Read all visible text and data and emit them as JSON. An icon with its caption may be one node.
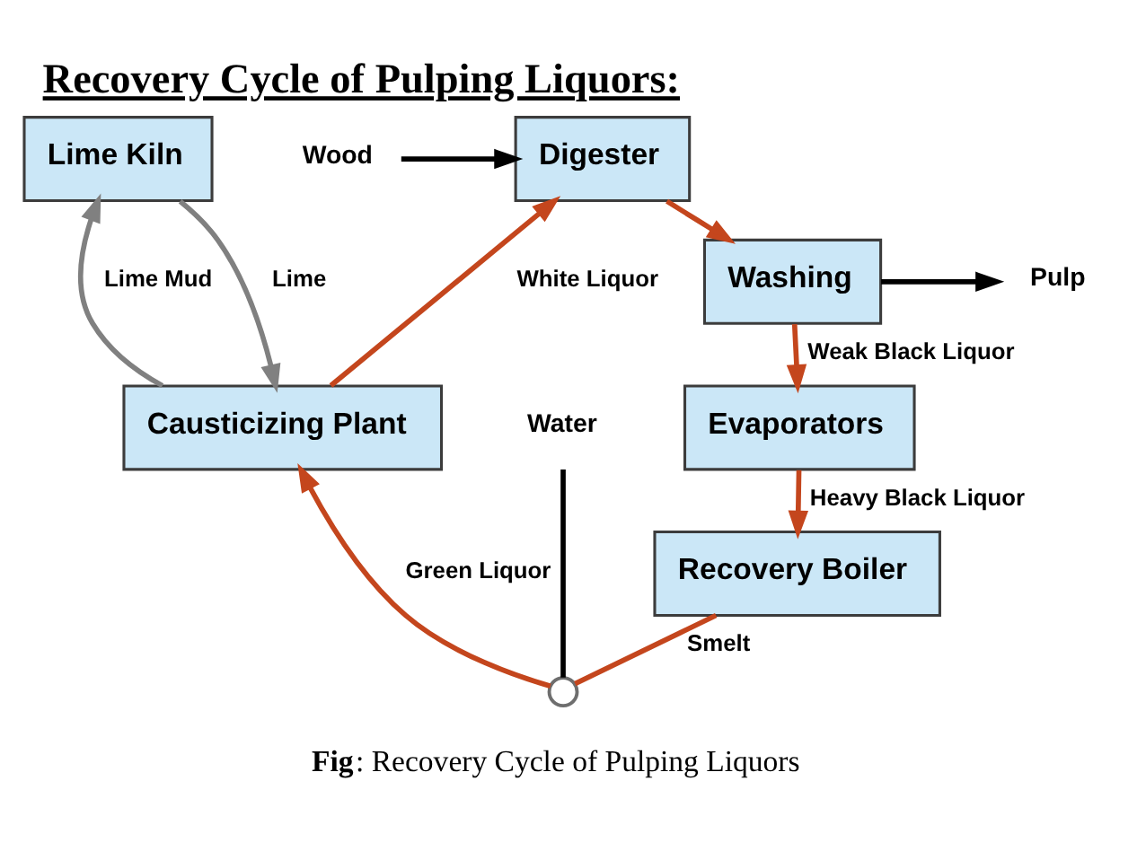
{
  "diagram": {
    "title": "Recovery Cycle of Pulping Liquors:",
    "nodes": [
      {
        "text": [
          "Wood"
        ]
      },
      {
        "text": [
          "Lime Kiln"
        ]
      },
      {
        "text": [
          "Digester"
        ]
      },
      {
        "text": [
          "Washing"
        ]
      },
      {
        "text": [
          "Pulp"
        ]
      },
      {
        "text": [
          "Causticizing Plant"
        ]
      },
      {
        "text": [
          "Evaporators"
        ]
      },
      {
        "text": [
          "Water"
        ]
      },
      {
        "text": [],
        "shape": "circle"
      },
      {
        "text": [
          "Recovery Boiler"
        ]
      }
    ],
    "edges": [
      {
        "from": 0,
        "to": 2,
        "arrow": "to",
        "color": "#000000"
      },
      {
        "from": 2,
        "to": 3,
        "arrow": "to"
      },
      {
        "from": 3,
        "to": 4,
        "arrow": "to",
        "color": "#000000"
      },
      {
        "from": 3,
        "to": 6,
        "arrow": "to",
        "label": "Weak Black Liquor"
      },
      {
        "from": 6,
        "to": 9,
        "arrow": "to",
        "label": "Heavy Black Liquor"
      },
      {
        "from": 9,
        "to": 8,
        "arrow": "none",
        "label": "Smelt"
      },
      {
        "from": 7,
        "to": 8,
        "arrow": "none",
        "color": "#000000"
      },
      {
        "from": 8,
        "to": 5,
        "arrow": "to",
        "label": "Green Liquor"
      },
      {
        "from": 5,
        "to": 2,
        "arrow": "to",
        "label": "White Liquor"
      },
      {
        "from": 5,
        "to": 1,
        "arrow": "to",
        "label": "Lime Mud",
        "color": "#808080"
      },
      {
        "from": 1,
        "to": 5,
        "arrow": "to",
        "label": "Lime",
        "color": "#808080"
      }
    ],
    "caption": "**Fig**: Recovery Cycle of Pulping Liquors"
  }
}
